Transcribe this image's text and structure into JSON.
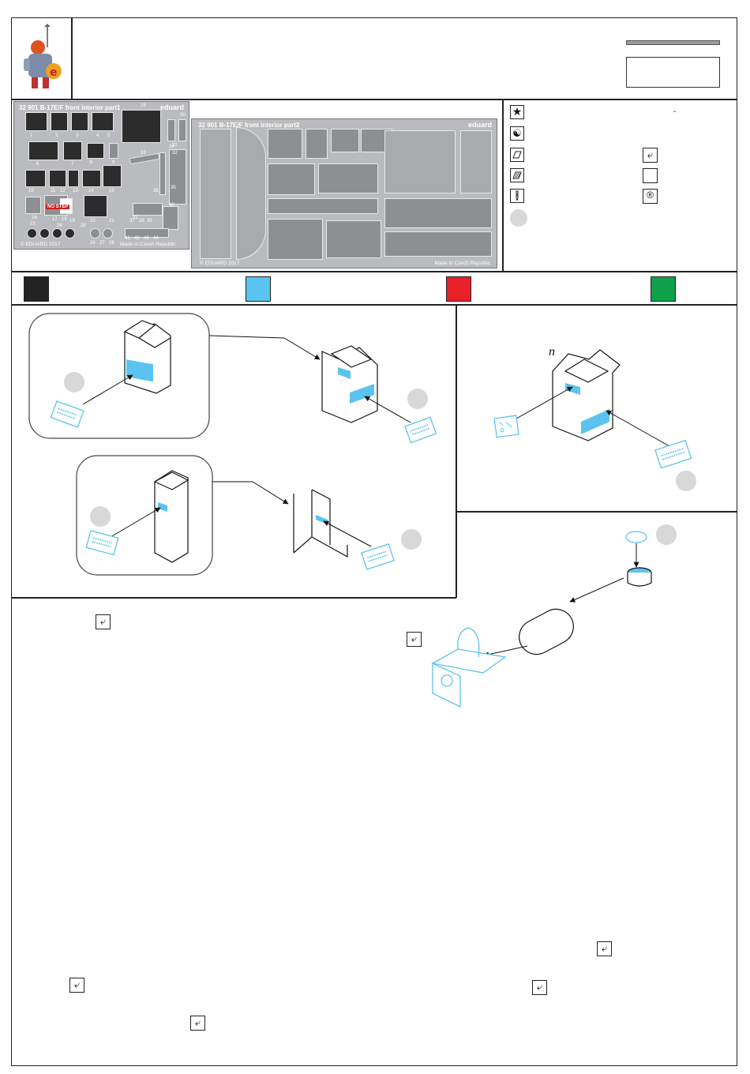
{
  "fret1": {
    "title": "32 901  B-17E/F front interior   part1",
    "brand": "eduard",
    "copyright": "© EDUARD 2017",
    "made_in": "Made in Czech Republic",
    "stencil": "NO STEP",
    "part_numbers": [
      "1",
      "2",
      "3",
      "4",
      "5",
      "6",
      "7",
      "8",
      "9",
      "10",
      "11",
      "12",
      "13",
      "14",
      "15",
      "16",
      "17",
      "18",
      "19",
      "20",
      "21",
      "22",
      "23",
      "24",
      "25",
      "26",
      "27",
      "28",
      "29",
      "30",
      "31",
      "32",
      "33",
      "34",
      "35",
      "36",
      "37",
      "38",
      "39",
      "40",
      "41",
      "42",
      "43",
      "44"
    ]
  },
  "fret2": {
    "title": "32 901  B-17E/F front interior   part2",
    "brand": "eduard",
    "copyright": "© EDUARD 2017",
    "made_in": "Made in Czech Republic"
  },
  "symbol_icons": [
    "star-icon",
    "yin-yang-icon",
    "plane-card-icon",
    "hatched-card-icon",
    "drill-icon"
  ],
  "legend_icons": [
    "bend-arrow-icon",
    "empty-box-icon",
    "r-circle-icon"
  ],
  "header_mark": "-",
  "swatch_colors": [
    "#232323",
    "#5bc3ef",
    "#e8202a",
    "#0fa14a"
  ],
  "colors": {
    "photo_etch_blue": "#5bc3ef",
    "line": "#222222",
    "fret_gray": "#b9bbbe"
  },
  "italic_mark": "n"
}
